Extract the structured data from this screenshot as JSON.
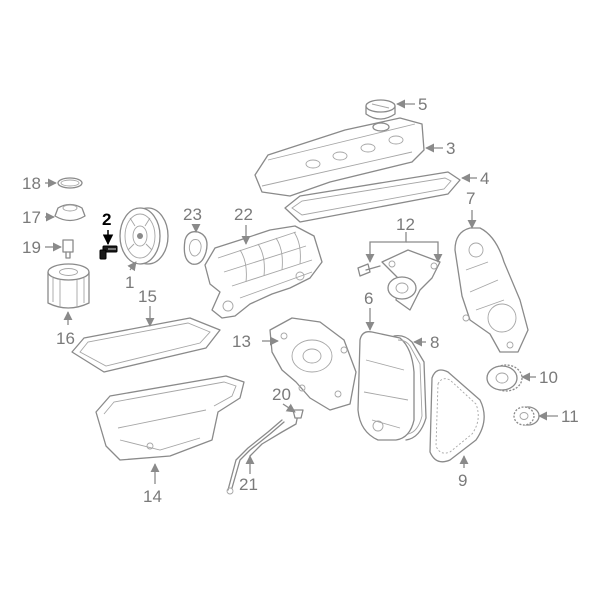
{
  "diagram": {
    "highlight_color": "#000000",
    "line_color": "#8a8a8a",
    "callouts": {
      "c1": "1",
      "c2": "2",
      "c3": "3",
      "c4": "4",
      "c5": "5",
      "c6": "6",
      "c7": "7",
      "c8": "8",
      "c9": "9",
      "c10": "10",
      "c11": "11",
      "c12": "12",
      "c13": "13",
      "c14": "14",
      "c15": "15",
      "c16": "16",
      "c17": "17",
      "c18": "18",
      "c19": "19",
      "c20": "20",
      "c21": "21",
      "c22": "22",
      "c23": "23"
    },
    "highlighted_callout": "2"
  }
}
